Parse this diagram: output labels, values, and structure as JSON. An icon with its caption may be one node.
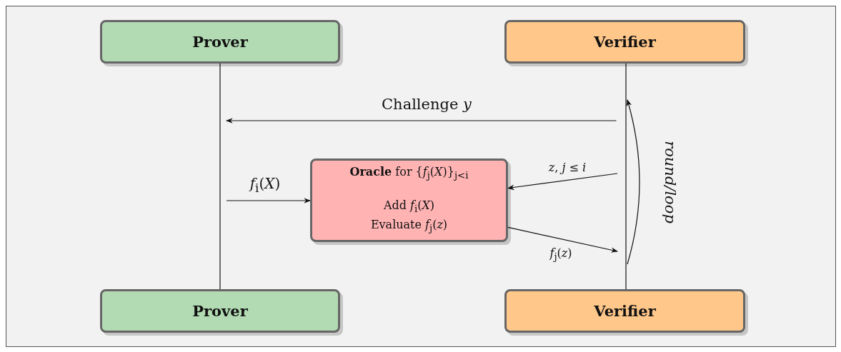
{
  "diagram": {
    "nodes": [
      {
        "text": [
          "Prover"
        ]
      },
      {
        "text": [
          "Verifier"
        ]
      },
      {
        "text": [
          "**Oracle** for {*f*$_{j}$(*X*)}$_{j<i}$",
          "Add *f*$_{i}$(*X*)",
          "Evaluate *f*$_{j}$(*z*)"
        ]
      },
      {
        "text": [
          "Prover"
        ]
      },
      {
        "text": [
          "Verifier"
        ]
      }
    ],
    "edges": [
      {
        "from": 0,
        "to": 3,
        "arrow": "none"
      },
      {
        "from": 1,
        "to": 4,
        "arrow": "none"
      },
      {
        "from": 1,
        "to": 0,
        "arrow": "to",
        "label": "Challenge *y*"
      },
      {
        "from": null,
        "to": 2,
        "arrow": "to",
        "label": "*f*$_{i}$(*X*)"
      },
      {
        "from": null,
        "to": 2,
        "arrow": "to",
        "label": "*z*, *j* ≤ *i*"
      },
      {
        "from": 2,
        "to": null,
        "arrow": "to",
        "label": "*f*$_{j}$(*z*)"
      }
    ],
    "labels": [
      "round/loop"
    ]
  }
}
